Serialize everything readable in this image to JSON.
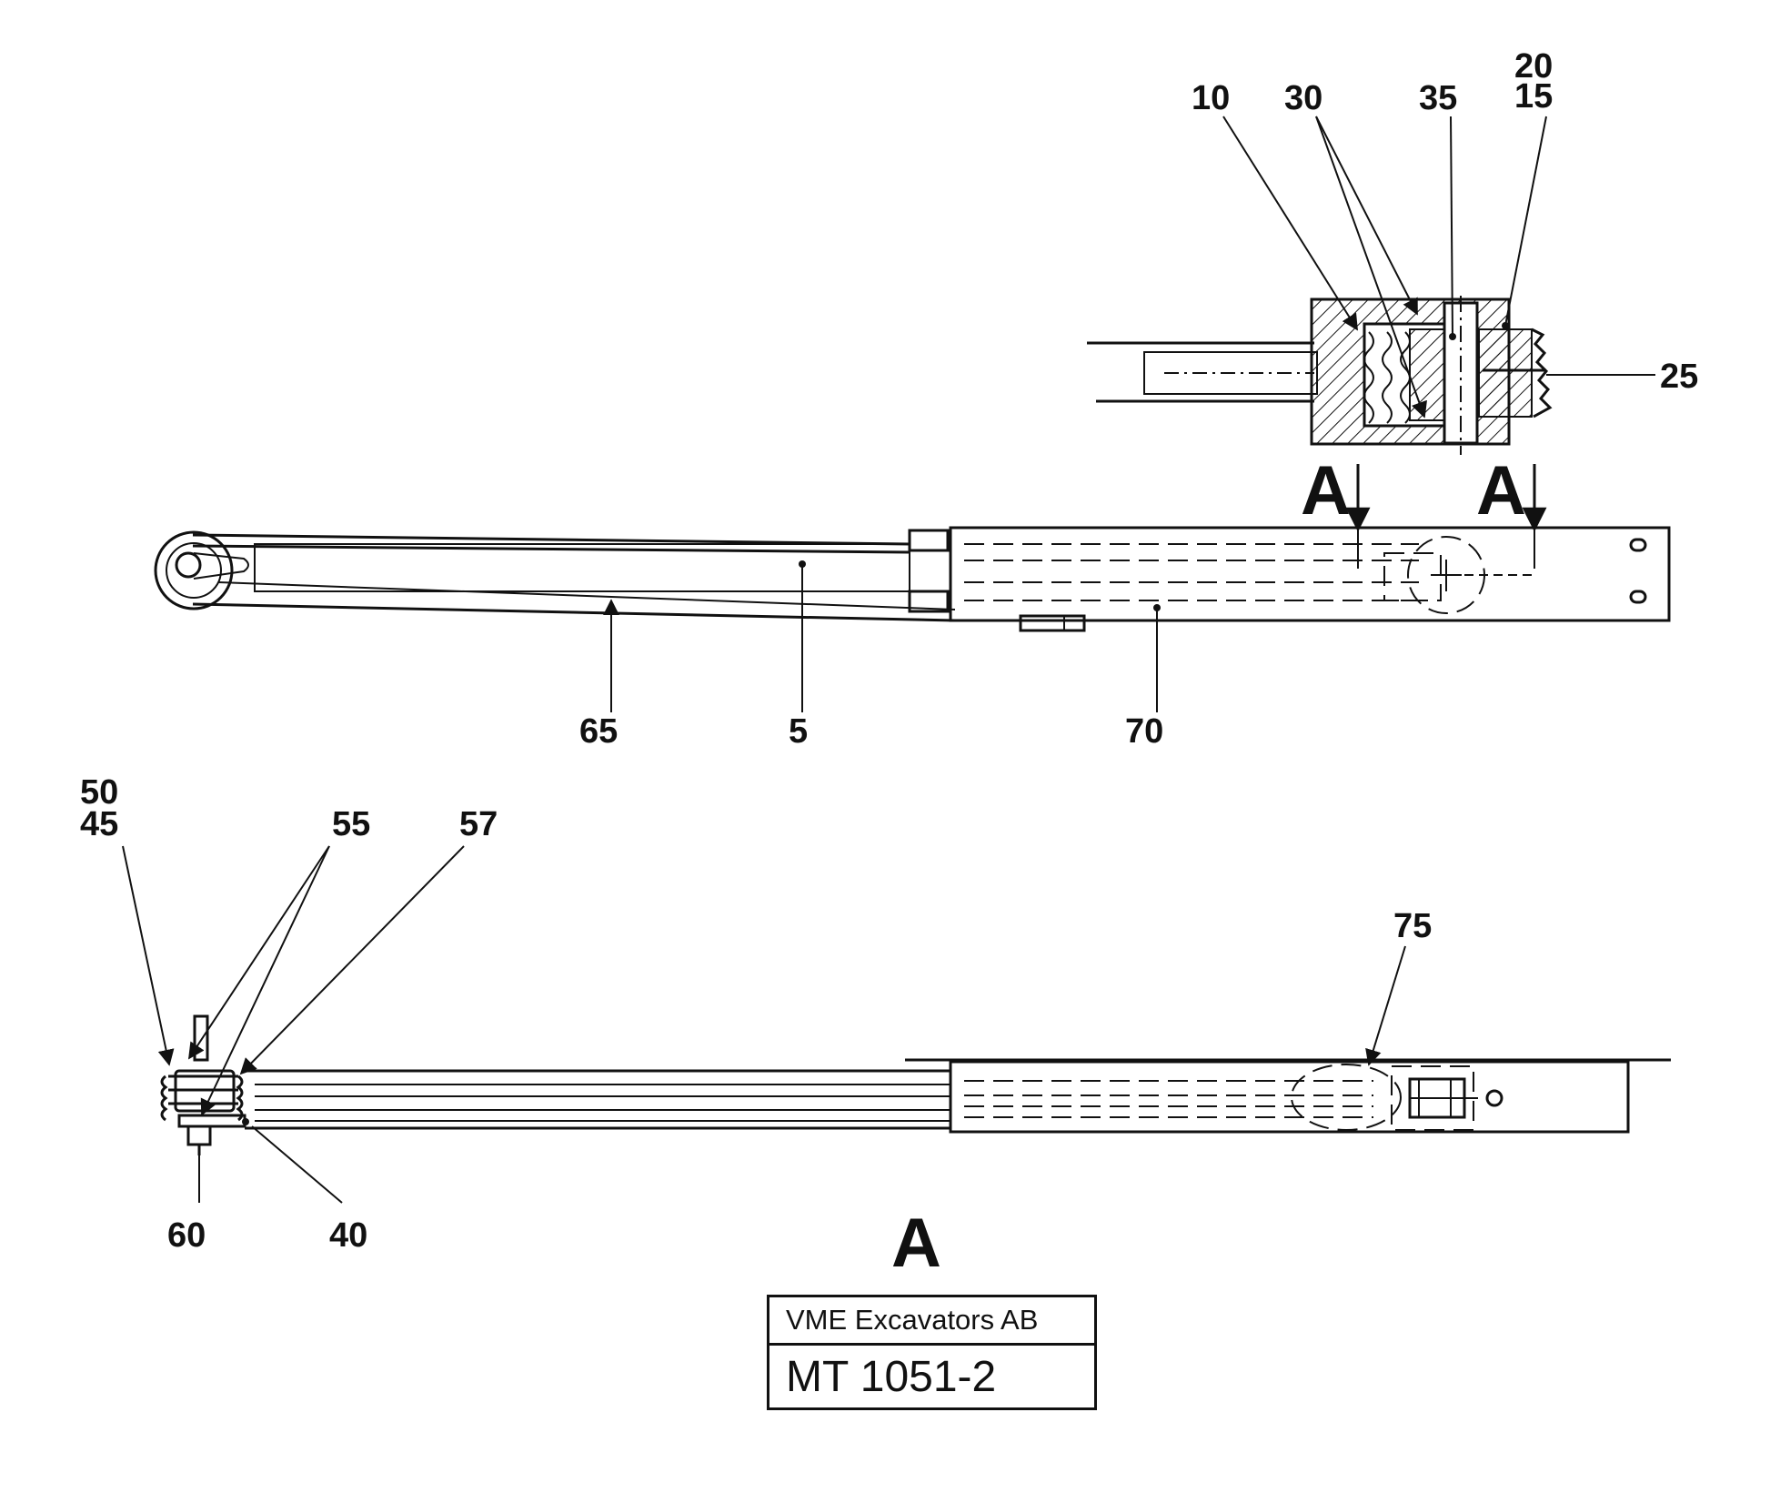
{
  "callouts": {
    "c10": "10",
    "c30": "30",
    "c35": "35",
    "c20": "20",
    "c15": "15",
    "c25": "25",
    "c65": "65",
    "c5": "5",
    "c70": "70",
    "c50": "50",
    "c45": "45",
    "c55": "55",
    "c57": "57",
    "c75": "75",
    "c60": "60",
    "c40": "40"
  },
  "section_marks": {
    "left": "A",
    "right": "A",
    "view": "A"
  },
  "title_block": {
    "company": "VME Excavators AB",
    "drawing_number": "MT 1051-2"
  }
}
